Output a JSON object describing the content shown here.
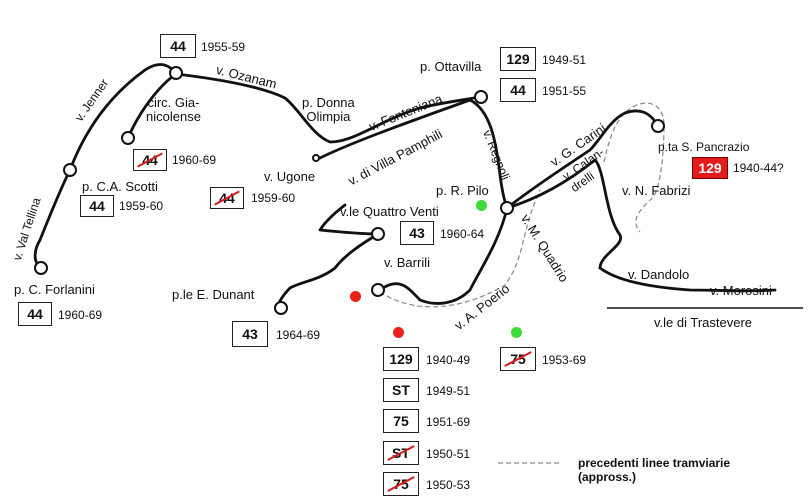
{
  "streets": {
    "v_jenner": "v. Jenner",
    "v_val_tellina": "v. Val Tellina",
    "p_c_forlanini": "p. C. Forlanini",
    "v_ozanam": "v. Ozanam",
    "circ_gianicolense": "circ. Gia-\nnicolense",
    "p_ca_scotti": "p. C.A. Scotti",
    "p_donna_olimpia": "p. Donna\nOlimpia",
    "v_fonteniana": "v. Fonteniana",
    "p_ottavilla": "p. Ottavilla",
    "v_ugone": "v. Ugone",
    "v_villa_pamphili": "v. di Villa Pamphili",
    "v_regnoli": "v. Regnoli",
    "v_g_carini": "v. G. Carini",
    "p_ta_s_pancrazio": "p.ta S. Pancrazio",
    "v_calandrelli": "v. Calan-\ndrelli",
    "v_n_fabrizi": "v. N. Fabrizi",
    "p_r_pilo": "p. R. Pilo",
    "v_le_quattro_venti": "v.le Quattro Venti",
    "v_m_quadrio": "v. M. Quadrio",
    "v_barrili": "v. Barrili",
    "v_a_poerio": "v. A. Poerio",
    "p_le_e_dunant": "p.le E. Dunant",
    "v_dandolo": "v. Dandolo",
    "v_morosini": "v. Morosini",
    "v_le_di_trastevere": "v.le di Trastevere"
  },
  "lines": [
    {
      "id": "l44_top",
      "line": "44",
      "years": "1955-59",
      "crossed": false,
      "highlight": false
    },
    {
      "id": "l44_circ",
      "line": "44",
      "years": "1960-69",
      "crossed": true,
      "highlight": false
    },
    {
      "id": "l44_scotti",
      "line": "44",
      "years": "1959-60",
      "crossed": false,
      "highlight": false
    },
    {
      "id": "l44_ugone",
      "line": "44",
      "years": "1959-60",
      "crossed": true,
      "highlight": false
    },
    {
      "id": "l44_forlanini",
      "line": "44",
      "years": "1960-69",
      "crossed": false,
      "highlight": false
    },
    {
      "id": "l129_ottavilla",
      "line": "129",
      "years": "1949-51",
      "crossed": false,
      "highlight": false
    },
    {
      "id": "l44_ottavilla",
      "line": "44",
      "years": "1951-55",
      "crossed": false,
      "highlight": false
    },
    {
      "id": "l129_pancrazio",
      "line": "129",
      "years": "1940-44?",
      "crossed": false,
      "highlight": true
    },
    {
      "id": "l43_quattroventi",
      "line": "43",
      "years": "1960-64",
      "crossed": false,
      "highlight": false
    },
    {
      "id": "l43_dunant",
      "line": "43",
      "years": "1964-69",
      "crossed": false,
      "highlight": false
    },
    {
      "id": "l129_list",
      "line": "129",
      "years": "1940-49",
      "crossed": false,
      "highlight": false
    },
    {
      "id": "lST_1",
      "line": "ST",
      "years": "1949-51",
      "crossed": false,
      "highlight": false
    },
    {
      "id": "l75_1",
      "line": "75",
      "years": "1951-69",
      "crossed": false,
      "highlight": false
    },
    {
      "id": "lST_2",
      "line": "ST",
      "years": "1950-51",
      "crossed": true,
      "highlight": false
    },
    {
      "id": "l75_2",
      "line": "75",
      "years": "1950-53",
      "crossed": true,
      "highlight": false
    },
    {
      "id": "l75_green",
      "line": "75",
      "years": "1953-69",
      "crossed": true,
      "highlight": false
    }
  ],
  "legend": {
    "dashed_label": "precedenti linee tramviarie\n(appross.)"
  },
  "colors": {
    "route": "#111111",
    "dashed": "#888888",
    "red_dot": "#e8211d",
    "green_dot": "#3ddc3a",
    "highlight_box": "#e31b1b",
    "strike": "#d21c1c"
  }
}
